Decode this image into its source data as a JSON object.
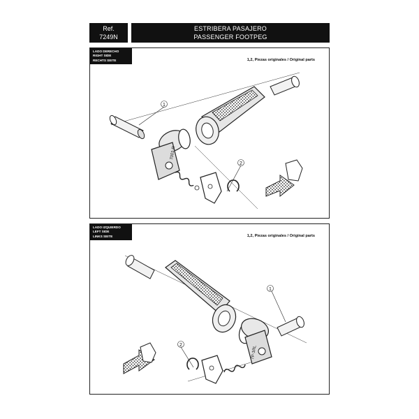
{
  "header": {
    "ref_label": "Ref.",
    "ref_code": "7249N",
    "title_es": "ESTRIBERA PASAJERO",
    "title_en": "PASSENGER FOOTPEG"
  },
  "panels": [
    {
      "side_lines": [
        "LADO DERECHO",
        "RIGHT SIDE",
        "RECHTS SEITE"
      ],
      "note": "1,2, Piezas originales / Original parts",
      "callouts": [
        "1",
        "2"
      ],
      "mount_marking": "7001-R"
    },
    {
      "side_lines": [
        "LADO IZQUIERDO",
        "LEFT SIDE",
        "LINKS SEITE"
      ],
      "note": "1,2, Piezas originales / Original parts",
      "callouts": [
        "1",
        "2"
      ],
      "mount_marking": "7P-1RL"
    }
  ]
}
